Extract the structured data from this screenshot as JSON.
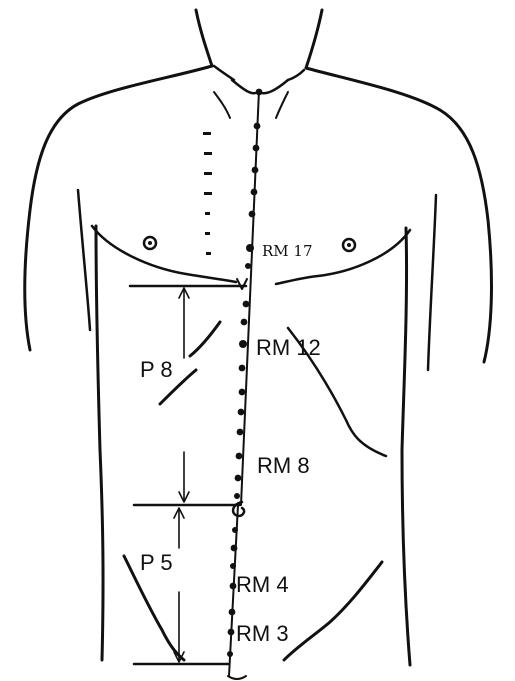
{
  "labels": {
    "rm17": "RM 17",
    "rm12": "RM 12",
    "rm8": "RM 8",
    "rm4": "RM 4",
    "rm3": "RM 3",
    "p8": "P 8",
    "p5": "P 5"
  },
  "colors": {
    "ink": "#111111",
    "background": "#ffffff"
  }
}
